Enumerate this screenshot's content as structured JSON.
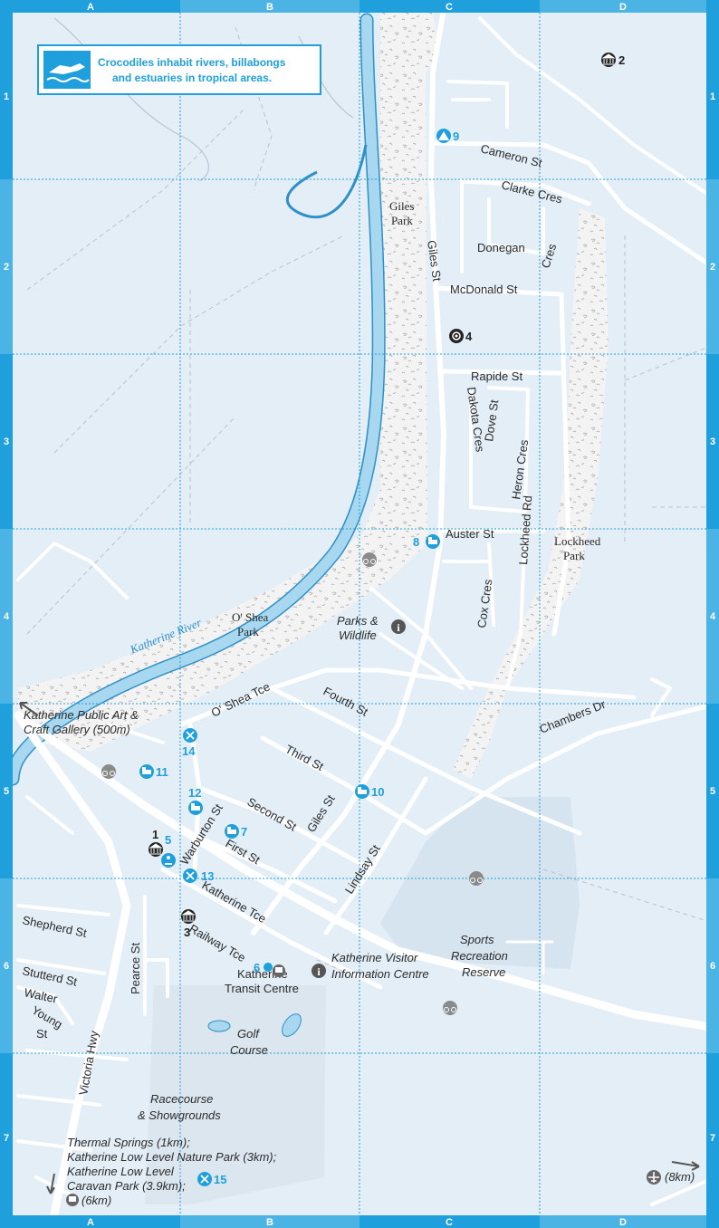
{
  "grid": {
    "cols": [
      "A",
      "B",
      "C",
      "D"
    ],
    "rows": [
      "1",
      "2",
      "3",
      "4",
      "5",
      "6",
      "7"
    ]
  },
  "info_box": {
    "line1": "Crocodiles inhabit rivers, billabongs",
    "line2": "and estuaries in tropical areas."
  },
  "river": {
    "name": "Katherine River"
  },
  "streets": {
    "cameron": "Cameron St",
    "clarke": "Clarke Cres",
    "donegan": "Donegan",
    "cres_short": "Cres",
    "giles": "Giles St",
    "mcdonald": "McDonald St",
    "rapide": "Rapide St",
    "dakota": "Dakota Cres",
    "dove": "Dove St",
    "heron": "Heron Cres",
    "auster": "Auster St",
    "lockheed_rd": "Lockheed Rd",
    "cox": "Cox Cres",
    "oshea_tce": "O' Shea Tce",
    "fourth": "Fourth St",
    "third": "Third St",
    "chambers": "Chambers Dr",
    "second": "Second St",
    "giles2": "Giles St",
    "warburton": "Warburton St",
    "first": "First St",
    "lindsay": "Lindsay St",
    "katherine_tce": "Katherine Tce",
    "railway_tce": "Railway Tce",
    "shepherd": "Shepherd St",
    "stutterd": "Stutterd St",
    "walter": "Walter",
    "young": "Young",
    "st": "St",
    "pearce": "Pearce St",
    "victoria": "Victoria Hwy"
  },
  "parks": {
    "giles_1": "Giles",
    "giles_2": "Park",
    "lockheed_1": "Lockheed",
    "lockheed_2": "Park",
    "oshea_1": "O' Shea",
    "oshea_2": "Park"
  },
  "places": {
    "parks_wildlife_1": "Parks &",
    "parks_wildlife_2": "Wildlife",
    "gallery_1": "Katherine Public Art &",
    "gallery_2": "Craft Gallery (500m)",
    "visitor_1": "Katherine Visitor",
    "visitor_2": "Information Centre",
    "transit_1": "Katherine",
    "transit_2": "Transit Centre",
    "sports_1": "Sports",
    "sports_2": "Recreation",
    "sports_3": "Reserve",
    "golf_1": "Golf",
    "golf_2": "Course",
    "race_1": "Racecourse",
    "race_2": "& Showgrounds",
    "thermal_1": "Thermal Springs (1km);",
    "thermal_2": "Katherine Low Level Nature Park (3km);",
    "thermal_3": "Katherine Low Level",
    "thermal_4": "Caravan Park (3.9km);",
    "bus_dist": "(6km)",
    "airport_dist": "(8km)"
  },
  "markers": {
    "m1": "1",
    "m2": "2",
    "m3": "3",
    "m4": "4",
    "m5": "5",
    "m6": "6",
    "m7": "7",
    "m8": "8",
    "m9": "9",
    "m10": "10",
    "m11": "11",
    "m12": "12",
    "m13": "13",
    "m14": "14",
    "m15": "15"
  },
  "colors": {
    "land": "#e3eef7",
    "water": "#a8d8f0",
    "river": "#6cc3ee",
    "road": "#ffffff",
    "park": "#f4f4f4",
    "grid": "#1fa0dc",
    "accent": "#1fa0dc",
    "black": "#222222"
  }
}
